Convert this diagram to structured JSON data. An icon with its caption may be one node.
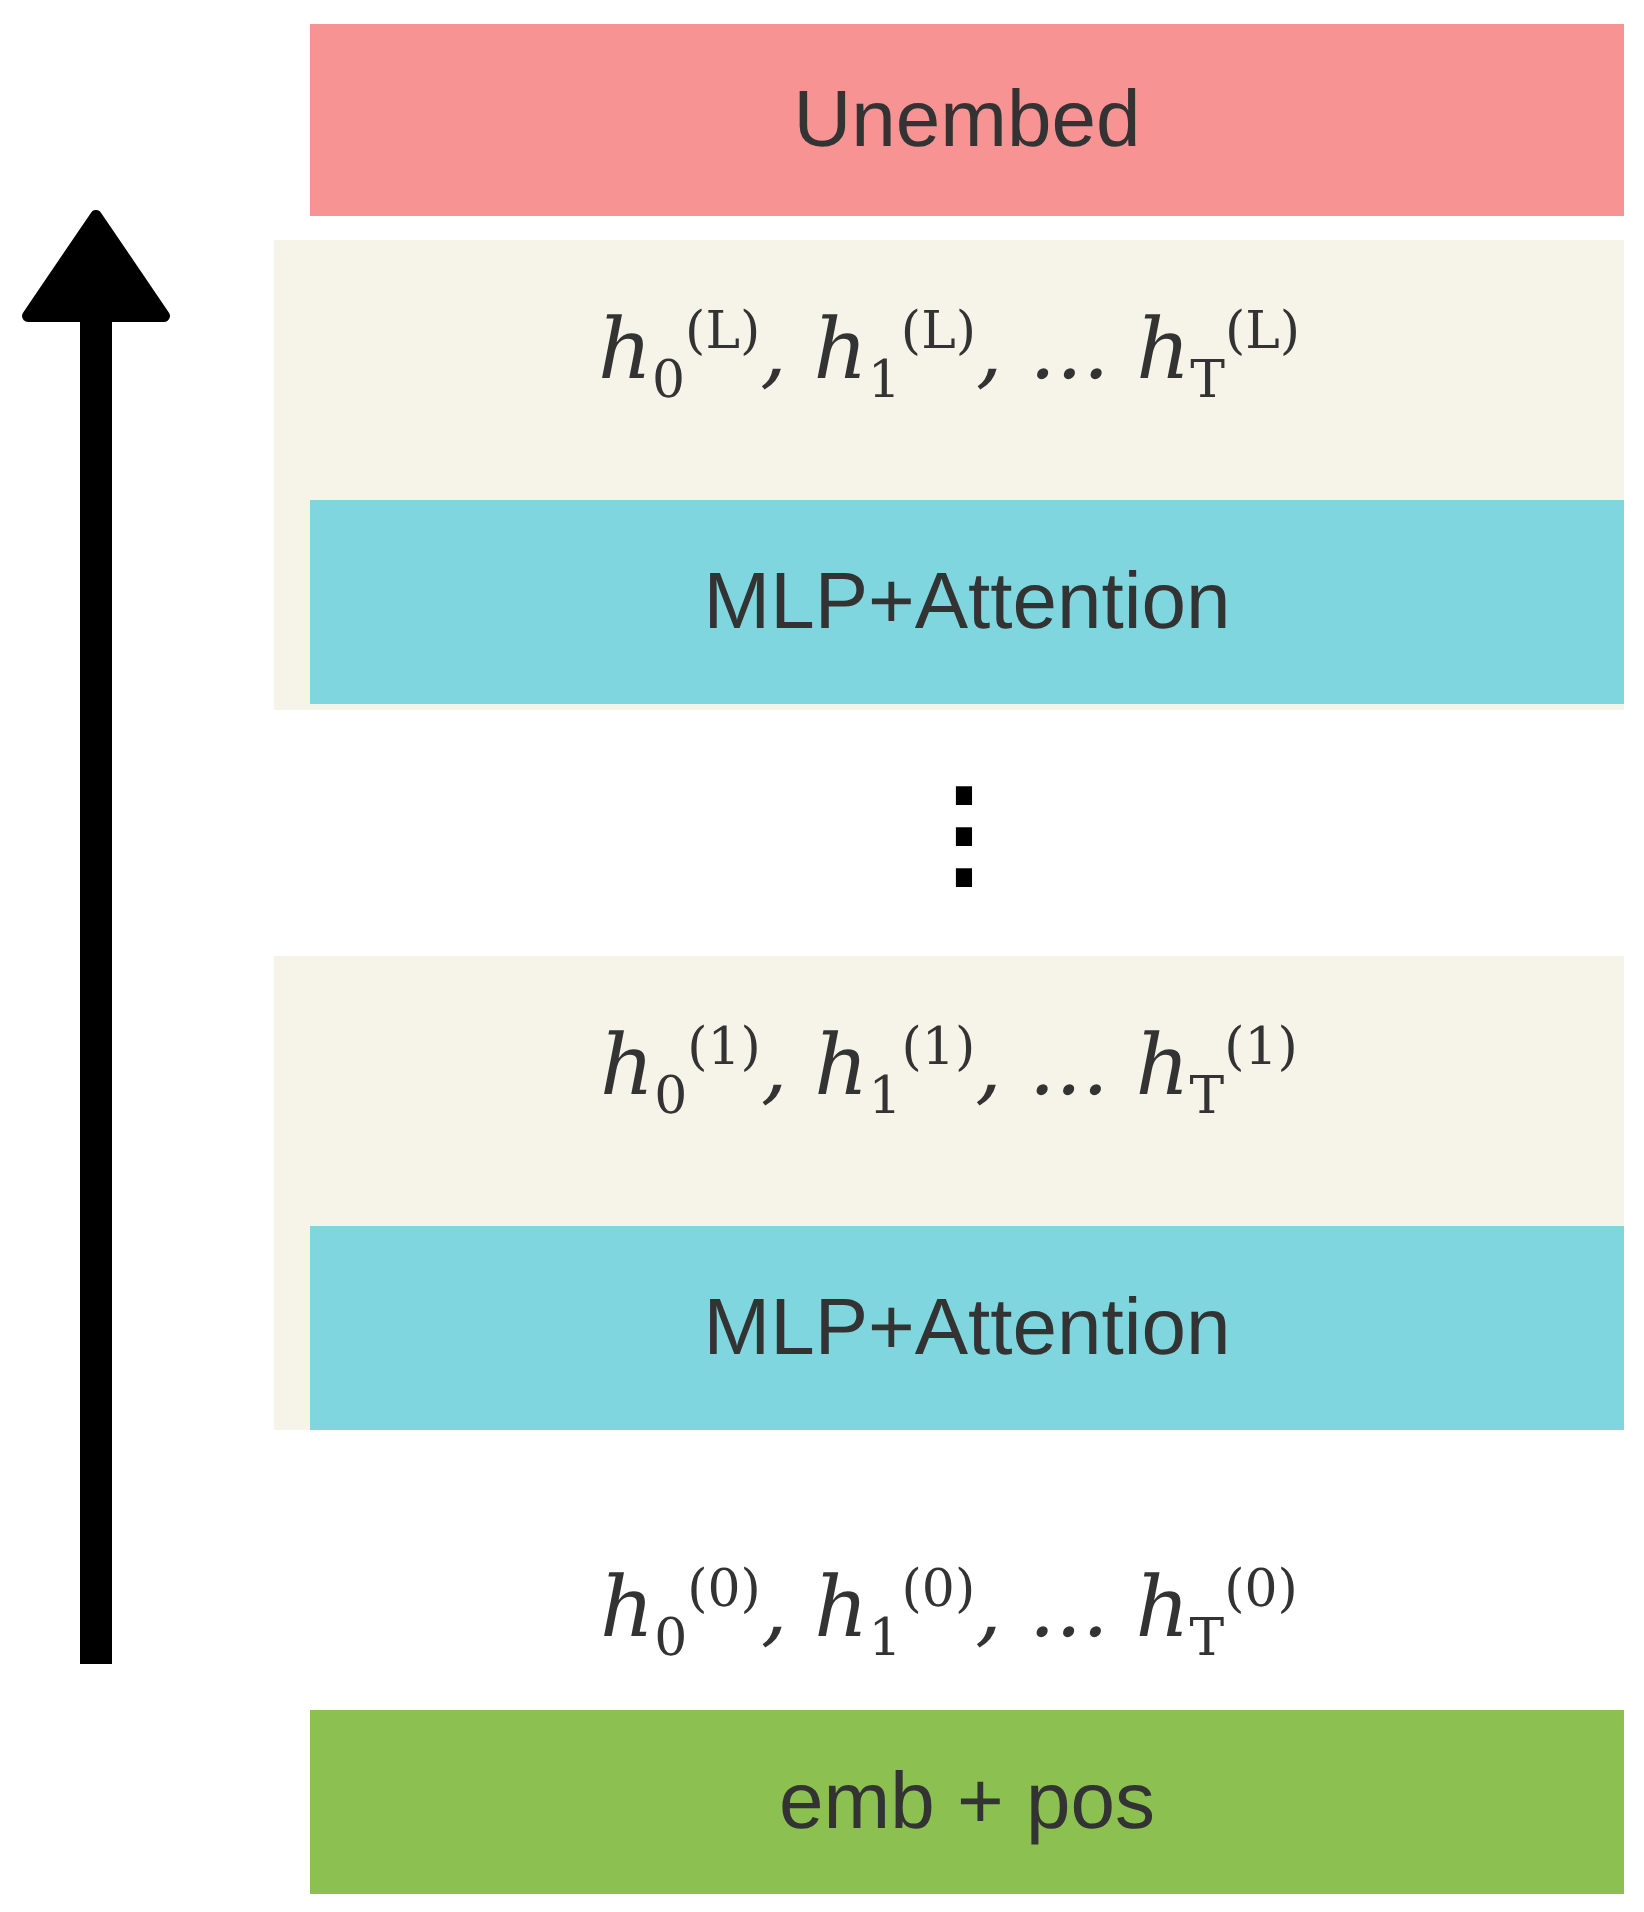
{
  "diagram": {
    "nodes": [
      {
        "text": [
          "Unembed"
        ]
      },
      {
        "text": [
          "h$_{0}$$^{(L)}$, h$_{1}$$^{(L)}$, ... h$_{T}$$^{(L)}$"
        ]
      },
      {
        "text": [
          "MLP+Attention"
        ],
        "in": 1
      },
      {
        "text": [
          "h$_{0}$$^{(1)}$, h$_{1}$$^{(1)}$, ... h$_{T}$$^{(1)}$"
        ]
      },
      {
        "text": [
          "MLP+Attention"
        ],
        "in": 3
      },
      {
        "text": [
          "h$_{0}$$^{(0)}$, h$_{1}$$^{(0)}$, ... h$_{T}$$^{(0)}$"
        ]
      },
      {
        "text": [
          "emb + pos"
        ]
      }
    ],
    "edges": [],
    "labels": [
      "⋮"
    ]
  }
}
